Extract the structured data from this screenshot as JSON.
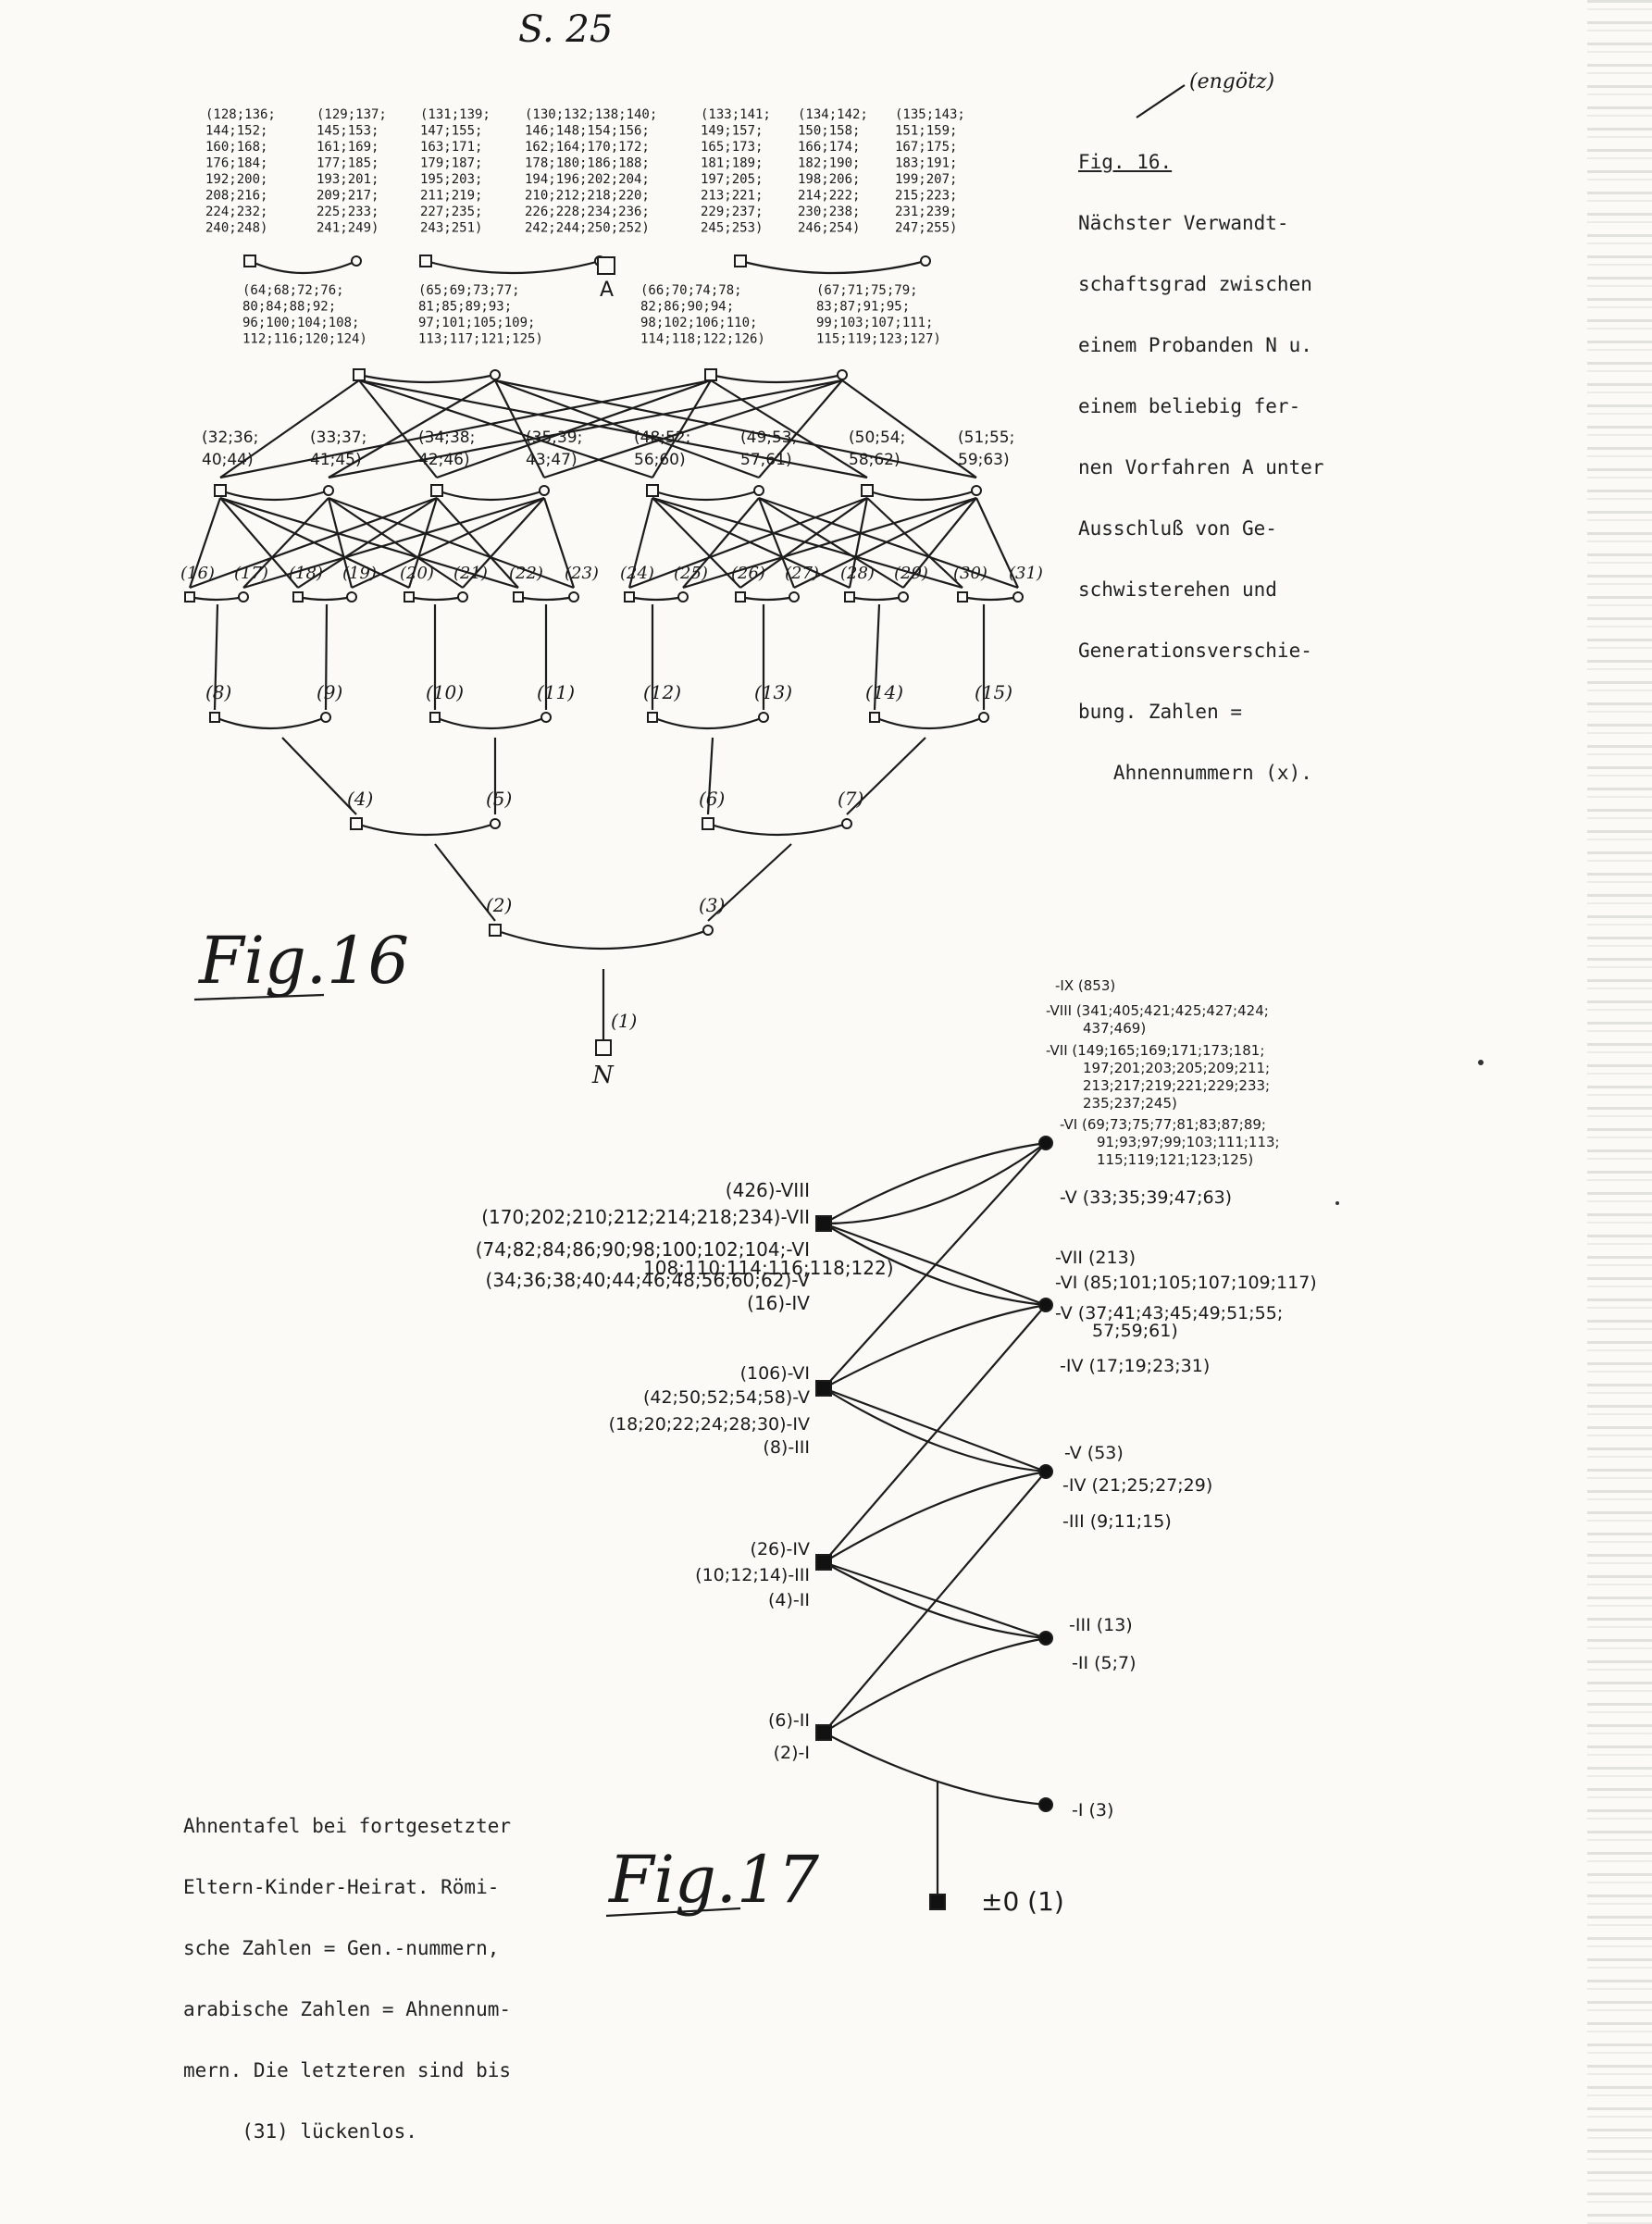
{
  "page_number": "S. 25",
  "corner_note": "(engötz)",
  "fig16": {
    "label": "Fig.16",
    "caption": [
      "Fig. 16.",
      "Nächster Verwandt-",
      "schaftsgrad zwischen",
      "einem Probanden N u.",
      "einem beliebig fer-",
      "nen Vorfahren A unter",
      "Ausschluß von Ge-",
      "schwisterehen und",
      "Generationsverschie-",
      "bung. Zahlen =",
      "   Ahnennummern (x)."
    ],
    "top_lists": [
      [
        "(128;136;",
        "144;152;",
        "160;168;",
        "176;184;",
        "192;200;",
        "208;216;",
        "224;232;",
        "240;248)"
      ],
      [
        "(129;137;",
        "145;153;",
        "161;169;",
        "177;185;",
        "193;201;",
        "209;217;",
        "225;233;",
        "241;249)"
      ],
      [
        "(131;139;",
        "147;155;",
        "163;171;",
        "179;187;",
        "195;203;",
        "211;219;",
        "227;235;",
        "243;251)"
      ],
      [
        "(130;132;138;140;",
        "146;148;154;156;",
        "162;164;170;172;",
        "178;180;186;188;",
        "194;196;202;204;",
        "210;212;218;220;",
        "226;228;234;236;",
        "242;244;250;252)"
      ],
      [
        "(133;141;",
        "149;157;",
        "165;173;",
        "181;189;",
        "197;205;",
        "213;221;",
        "229;237;",
        "245;253)"
      ],
      [
        "(134;142;",
        "150;158;",
        "166;174;",
        "182;190;",
        "198;206;",
        "214;222;",
        "230;238;",
        "246;254)"
      ],
      [
        "(135;143;",
        "151;159;",
        "167;175;",
        "183;191;",
        "199;207;",
        "215;223;",
        "231;239;",
        "247;255)"
      ]
    ],
    "node_A": "A",
    "second_lists": [
      [
        "(64;68;72;76;",
        "80;84;88;92;",
        "96;100;104;108;",
        "112;116;120;124)"
      ],
      [
        "(65;69;73;77;",
        "81;85;89;93;",
        "97;101;105;109;",
        "113;117;121;125)"
      ],
      [
        "(66;70;74;78;",
        "82;86;90;94;",
        "98;102;106;110;",
        "114;118;122;126)"
      ],
      [
        "(67;71;75;79;",
        "83;87;91;95;",
        "99;103;107;111;",
        "115;119;123;127)"
      ]
    ],
    "third_row": [
      [
        "(32;36;",
        "40;44)"
      ],
      [
        "(33;37;",
        "41;45)"
      ],
      [
        "(34;38;",
        "42;46)"
      ],
      [
        "(35;39;",
        "43;47)"
      ],
      [
        "(48;52;",
        "56;60)"
      ],
      [
        "(49;53;",
        "57;61)"
      ],
      [
        "(50;54;",
        "58;62)"
      ],
      [
        "(51;55;",
        "59;63)"
      ]
    ],
    "row16": [
      "(16)",
      "(17)",
      "(18)",
      "(19)",
      "(20)",
      "(21)",
      "(22)",
      "(23)",
      "(24)",
      "(25)",
      "(26)",
      "(27)",
      "(28)",
      "(29)",
      "(30)",
      "(31)"
    ],
    "row8": [
      "(8)",
      "(9)",
      "(10)",
      "(11)",
      "(12)",
      "(13)",
      "(14)",
      "(15)"
    ],
    "row4": [
      "(4)",
      "(5)",
      "(6)",
      "(7)"
    ],
    "row2": [
      "(2)",
      "(3)"
    ],
    "node_1": "(1)",
    "node_N": "N"
  },
  "fig17": {
    "label": "Fig.17",
    "caption": [
      "Ahnentafel bei fortgesetzter",
      "Eltern-Kinder-Heirat. Römi-",
      "sche Zahlen = Gen.-nummern,",
      "arabische Zahlen = Ahnennum-",
      "mern. Die letzteren sind bis",
      "     (31) lückenlos."
    ],
    "right_labels": [
      [
        "-IX (853)"
      ],
      [
        "-VIII (341;405;421;425;427;424;",
        "437;469)"
      ],
      [
        "-VII (149;165;169;171;173;181;",
        "197;201;203;205;209;211;",
        "213;217;219;221;229;233;",
        "235;237;245)"
      ],
      [
        "-VI (69;73;75;77;81;83;87;89;",
        "91;93;97;99;103;111;113;",
        "115;119;121;123;125)"
      ],
      [
        "-V (33;35;39;47;63)"
      ],
      [
        "-VII (213)"
      ],
      [
        "-VI (85;101;105;107;109;117)"
      ],
      [
        "-V (37;41;43;45;49;51;55;",
        "57;59;61)"
      ],
      [
        "-IV (17;19;23;31)"
      ],
      [
        "-V (53)"
      ],
      [
        "-IV (21;25;27;29)"
      ],
      [
        "-III (9;11;15)"
      ],
      [
        "-III (13)"
      ],
      [
        "-II (5;7)"
      ],
      [
        "-I (3)"
      ]
    ],
    "left_labels": [
      [
        "(426)-VIII"
      ],
      [
        "(170;202;210;212;214;218;234)-VII"
      ],
      [
        "(74;82;84;86;90;98;100;102;104;-VI",
        "108;110;114;116;118;122)"
      ],
      [
        "(34;36;38;40;44;46;48;56;60;62)-V"
      ],
      [
        "(16)-IV"
      ],
      [
        "(106)-VI"
      ],
      [
        "(42;50;52;54;58)-V"
      ],
      [
        "(18;20;22;24;28;30)-IV"
      ],
      [
        "(8)-III"
      ],
      [
        "(26)-IV"
      ],
      [
        "(10;12;14)-III"
      ],
      [
        "(4)-II"
      ],
      [
        "(6)-II"
      ],
      [
        "(2)-I"
      ]
    ],
    "bottom": "±0 (1)"
  }
}
